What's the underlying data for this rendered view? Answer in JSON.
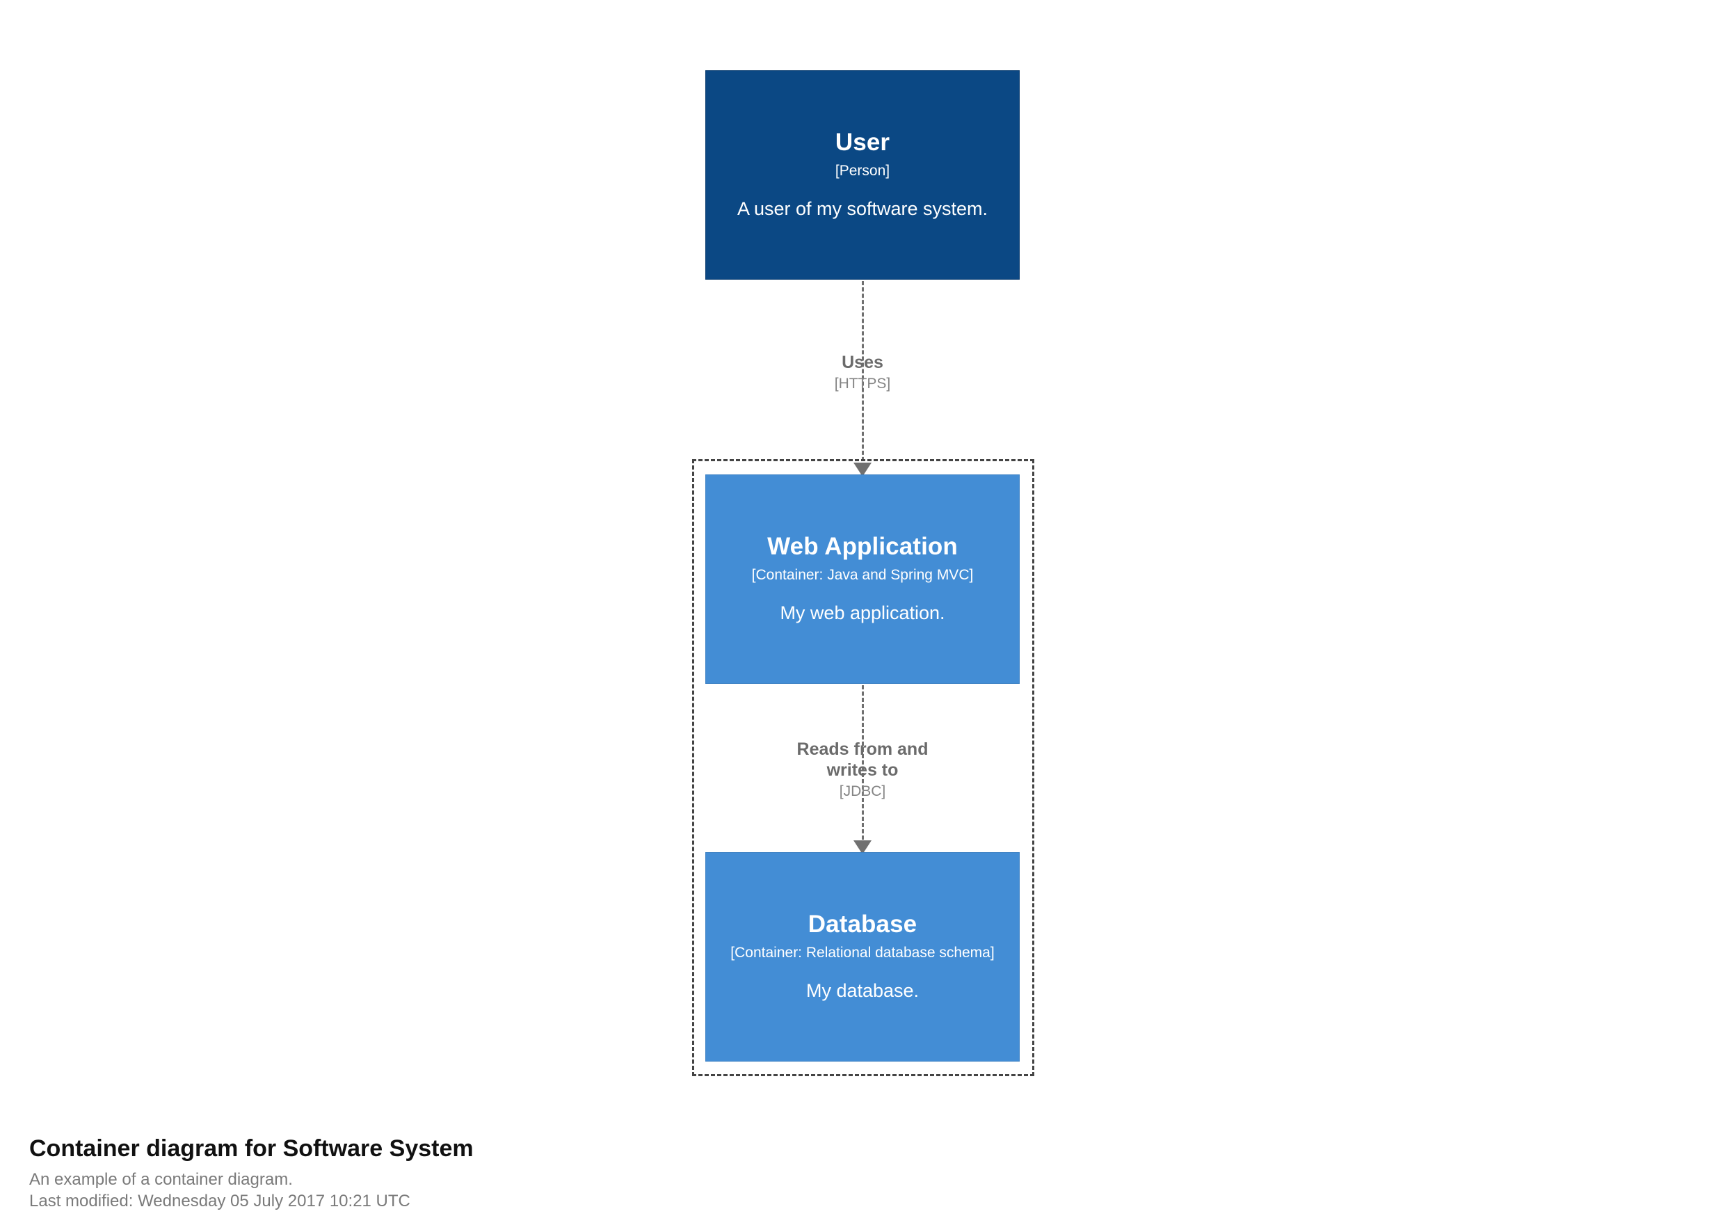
{
  "diagram": {
    "type": "c4-container-diagram",
    "background_color": "#ffffff",
    "elements": [
      {
        "key": "user",
        "name": "User",
        "tech": "[Person]",
        "description": "A user of my software system.",
        "shape": "box",
        "color": "#0b4884"
      },
      {
        "key": "webapp",
        "name": "Web Application",
        "tech": "[Container: Java and Spring MVC]",
        "description": "My web application.",
        "shape": "box",
        "color": "#438dd5"
      },
      {
        "key": "database",
        "name": "Database",
        "tech": "[Container: Relational database schema]",
        "description": "My database.",
        "shape": "box",
        "color": "#438dd5"
      }
    ],
    "boundary": {
      "style": "dashed",
      "color": "#444444",
      "label": ""
    },
    "relationships": [
      {
        "key": "user-webapp",
        "source": "user",
        "target": "webapp",
        "description": "Uses",
        "tech": "[HTTPS]",
        "color": "#707070"
      },
      {
        "key": "webapp-database",
        "source": "webapp",
        "target": "database",
        "description_line1": "Reads from and",
        "description_line2": "writes to",
        "tech": "[JDBC]",
        "color": "#707070"
      }
    ]
  },
  "caption": {
    "title": "Container diagram for Software System",
    "subtitle": "An example of a container diagram.",
    "last_modified": "Last modified: Wednesday 05 July 2017 10:21 UTC"
  }
}
